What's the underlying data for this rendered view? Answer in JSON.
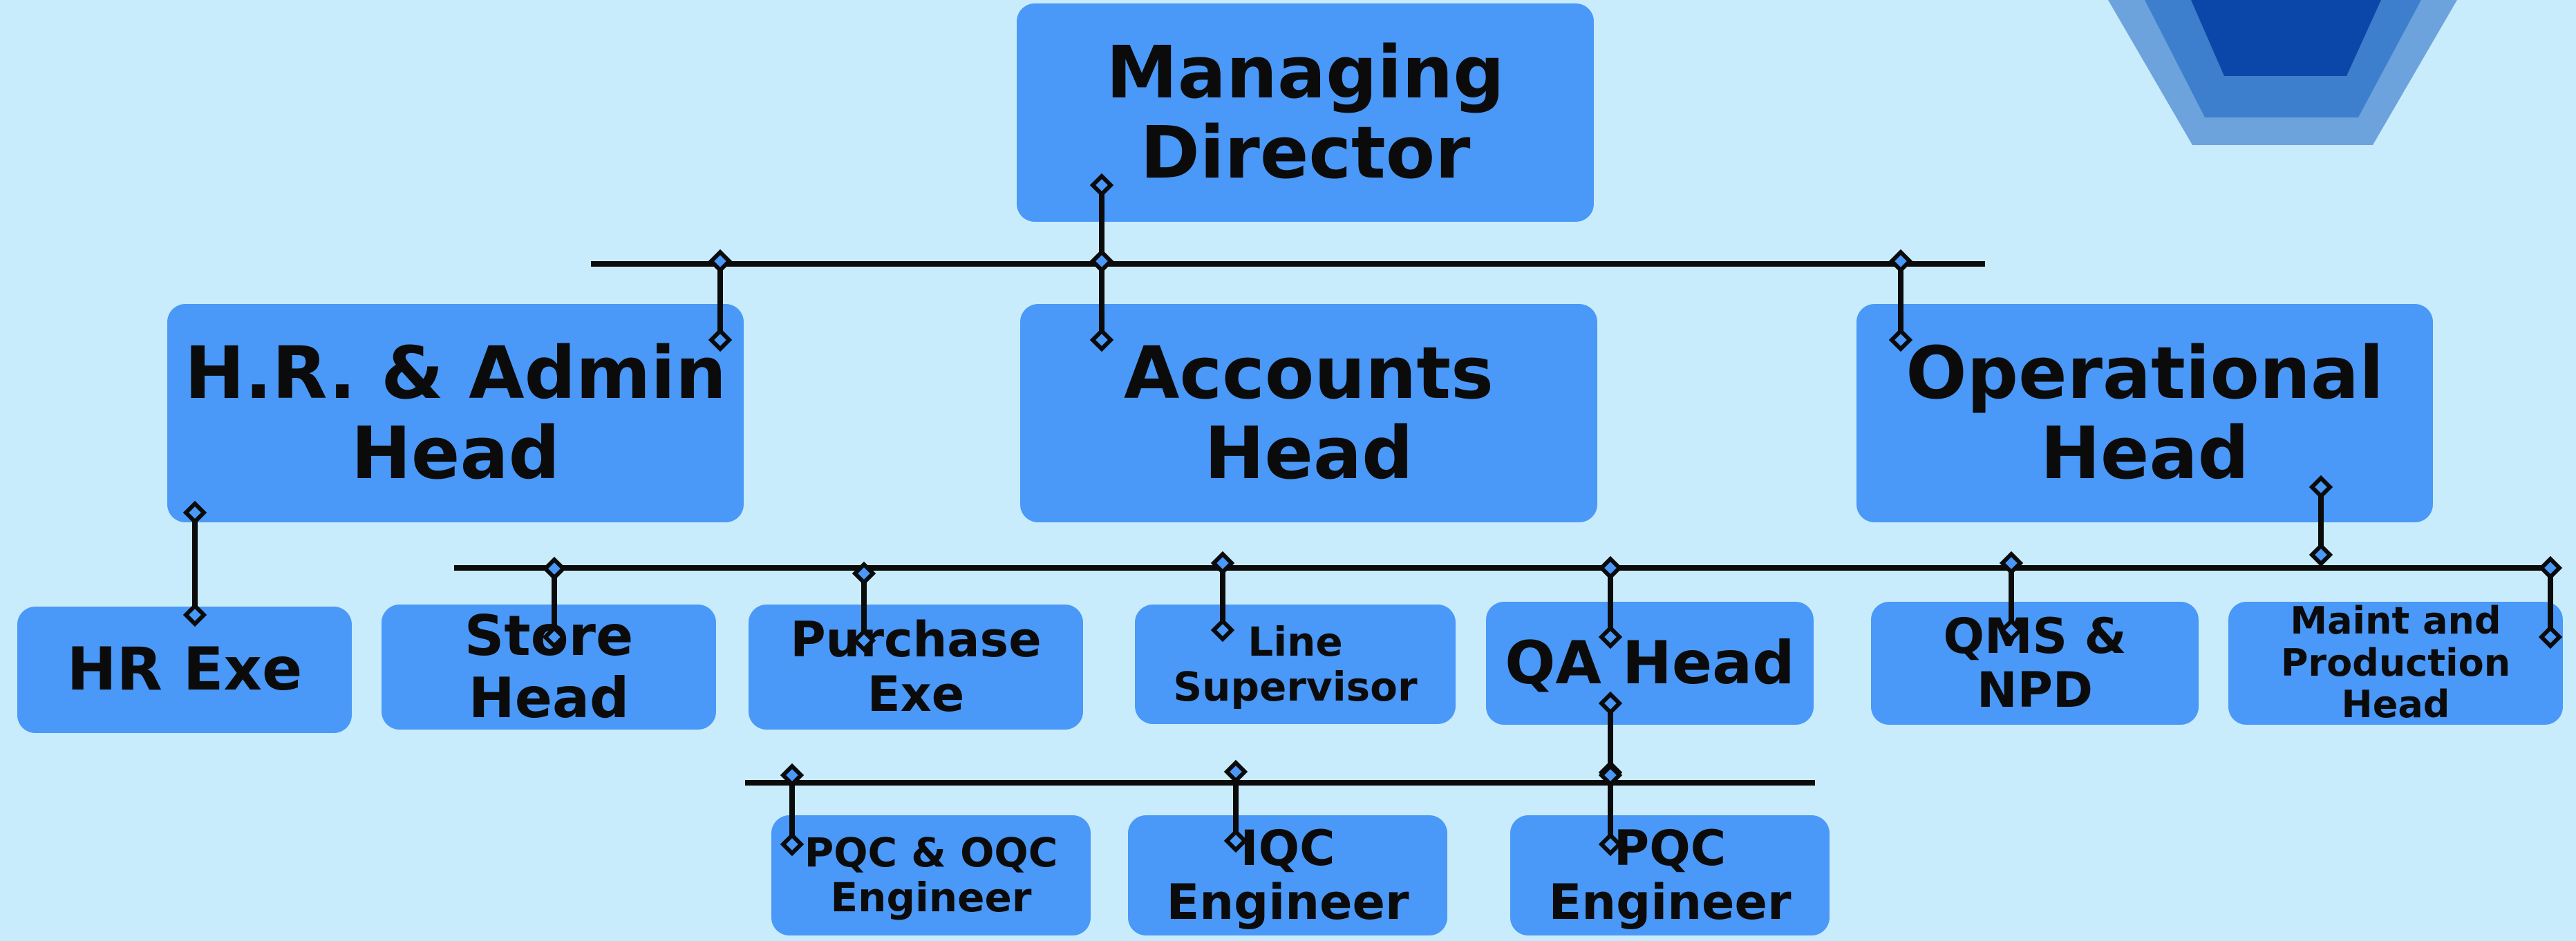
{
  "colors": {
    "background": "#c8ecfb",
    "node_fill": "#4a98f7",
    "connector": "#0b0b0b",
    "hex_outer": "#6da3dc",
    "hex_middle": "#3d7fcc",
    "hex_inner": "#0a47a8"
  },
  "org_chart": {
    "top": {
      "label_line1": "Managing",
      "label_line2": "Director"
    },
    "level2": {
      "hr_admin": {
        "label_line1": "H.R. & Admin",
        "label_line2": "Head"
      },
      "accounts": {
        "label": "Accounts Head"
      },
      "operational": {
        "label_line1": "Operational",
        "label_line2": "Head"
      }
    },
    "level3": {
      "hr_exe": {
        "label": "HR Exe"
      },
      "store_head": {
        "label": "Store Head"
      },
      "purchase_exe": {
        "label": "Purchase Exe"
      },
      "line_supervisor": {
        "label": "Line Supervisor"
      },
      "qa_head": {
        "label": "QA Head"
      },
      "qms_npd": {
        "label": "QMS & NPD"
      },
      "maint_production": {
        "label_line1": "Maint and",
        "label_line2": "Production Head"
      }
    },
    "level4": {
      "pqc_oqc": {
        "label_line1": "PQC & OQC",
        "label_line2": "Engineer"
      },
      "iqc": {
        "label": "IQC Engineer"
      },
      "pqc": {
        "label": "PQC Engineer"
      }
    }
  },
  "decor": {
    "hexagon_icon": "hexagon-logo-icon"
  }
}
